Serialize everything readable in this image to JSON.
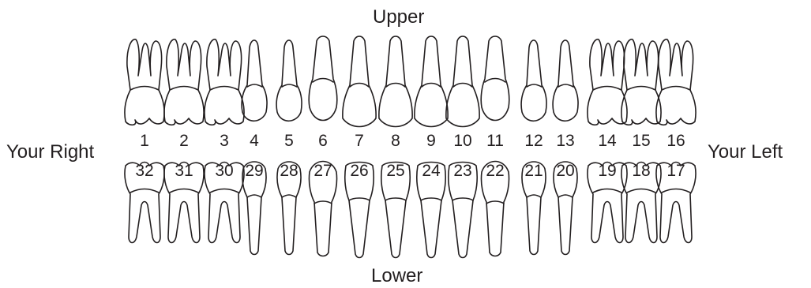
{
  "labels": {
    "upper": "Upper",
    "lower": "Lower",
    "right": "Your Right",
    "left": "Your Left"
  },
  "upper_numbers": [
    "1",
    "2",
    "3",
    "4",
    "5",
    "6",
    "7",
    "8",
    "9",
    "10",
    "11",
    "12",
    "13",
    "14",
    "15",
    "16"
  ],
  "lower_numbers": [
    "32",
    "31",
    "30",
    "29",
    "28",
    "27",
    "26",
    "25",
    "24",
    "23",
    "22",
    "21",
    "20",
    "19",
    "18",
    "17"
  ],
  "upper_teeth": [
    {
      "number": "1",
      "type": "molar"
    },
    {
      "number": "2",
      "type": "molar"
    },
    {
      "number": "3",
      "type": "molar"
    },
    {
      "number": "4",
      "type": "premolar"
    },
    {
      "number": "5",
      "type": "premolar"
    },
    {
      "number": "6",
      "type": "canine"
    },
    {
      "number": "7",
      "type": "incisor"
    },
    {
      "number": "8",
      "type": "incisor"
    },
    {
      "number": "9",
      "type": "incisor"
    },
    {
      "number": "10",
      "type": "incisor"
    },
    {
      "number": "11",
      "type": "canine"
    },
    {
      "number": "12",
      "type": "premolar"
    },
    {
      "number": "13",
      "type": "premolar"
    },
    {
      "number": "14",
      "type": "molar"
    },
    {
      "number": "15",
      "type": "molar"
    },
    {
      "number": "16",
      "type": "molar"
    }
  ],
  "lower_teeth": [
    {
      "number": "32",
      "type": "molar"
    },
    {
      "number": "31",
      "type": "molar"
    },
    {
      "number": "30",
      "type": "molar"
    },
    {
      "number": "29",
      "type": "premolar"
    },
    {
      "number": "28",
      "type": "premolar"
    },
    {
      "number": "27",
      "type": "canine"
    },
    {
      "number": "26",
      "type": "incisor"
    },
    {
      "number": "25",
      "type": "incisor"
    },
    {
      "number": "24",
      "type": "incisor"
    },
    {
      "number": "23",
      "type": "incisor"
    },
    {
      "number": "22",
      "type": "canine"
    },
    {
      "number": "21",
      "type": "premolar"
    },
    {
      "number": "20",
      "type": "premolar"
    },
    {
      "number": "19",
      "type": "molar"
    },
    {
      "number": "18",
      "type": "molar"
    },
    {
      "number": "17",
      "type": "molar"
    }
  ],
  "colors": {
    "ink": "#231f20",
    "background": "#ffffff"
  }
}
